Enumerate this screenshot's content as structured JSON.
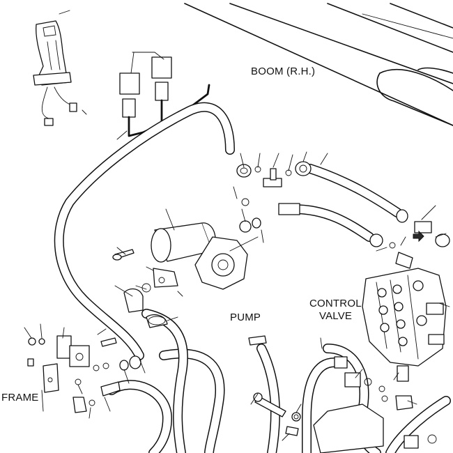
{
  "labels": {
    "boom": "BOOM (R.H.)",
    "control_valve_line1": "CONTROL",
    "control_valve_line2": "VALVE",
    "pump": "PUMP",
    "frame": "FRAME"
  },
  "colors": {
    "line": "#111111",
    "background": "#ffffff"
  }
}
